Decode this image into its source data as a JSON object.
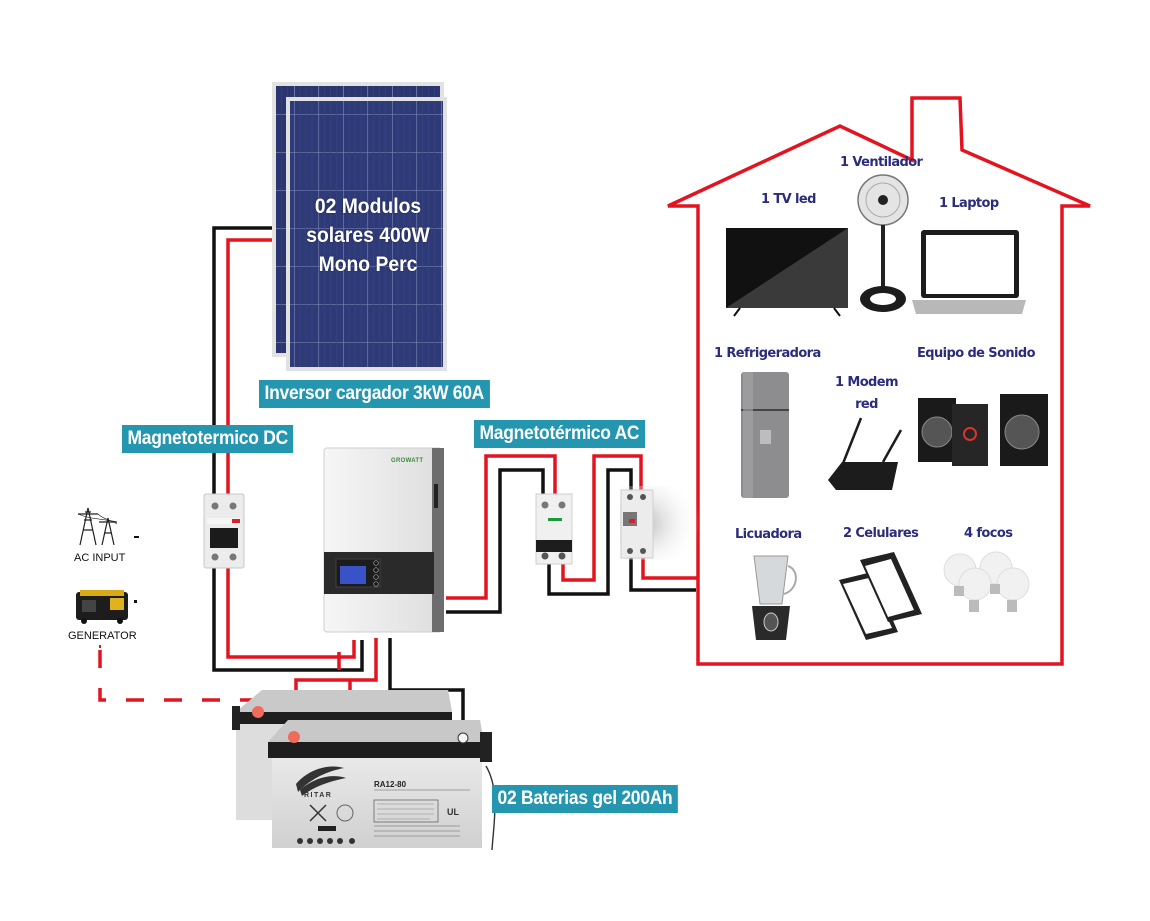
{
  "solar_panels": {
    "label_lines": [
      "02 Modulos",
      "solares 400W",
      "Mono Perc"
    ]
  },
  "inverter": {
    "label": "Inversor cargador 3kW 60A",
    "brand": "GROWATT"
  },
  "dc_breaker": {
    "label": "Magnetotermico DC"
  },
  "ac_breaker": {
    "label": "Magnetotérmico AC"
  },
  "batteries": {
    "label": "02 Baterias gel 200Ah",
    "brand": "RITAR",
    "model": "RA12-80"
  },
  "sources": {
    "ac_input": {
      "label": "AC INPUT"
    },
    "generator": {
      "label": "GENERATOR"
    }
  },
  "house": {
    "appliances": [
      {
        "id": "tv",
        "label": "1 TV led"
      },
      {
        "id": "fan",
        "label": "1 Ventilador"
      },
      {
        "id": "laptop",
        "label": "1 Laptop"
      },
      {
        "id": "fridge",
        "label": "1 Refrigeradora"
      },
      {
        "id": "modem",
        "label_lines": [
          "1 Modem",
          "red"
        ]
      },
      {
        "id": "sound",
        "label": "Equipo de Sonido"
      },
      {
        "id": "blender",
        "label": "Licuadora"
      },
      {
        "id": "phones",
        "label": "2 Celulares"
      },
      {
        "id": "bulbs",
        "label": "4 focos"
      }
    ]
  },
  "colors": {
    "accent_tag": "#2596b0",
    "wire_positive": "#e3141f",
    "wire_negative": "#111111",
    "house_outline": "#e3141f",
    "appliance_label": "#2b2d7c",
    "panel_blue": "#27336b"
  }
}
